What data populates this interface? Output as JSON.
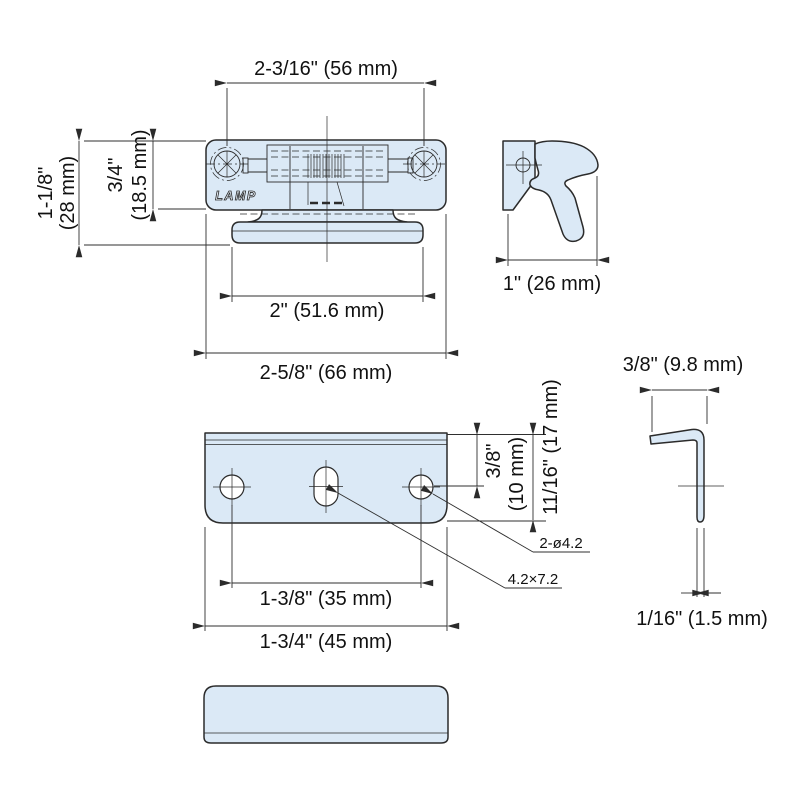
{
  "title_brand": "LAMP",
  "views": {
    "latch_front": {
      "dim_top_width": "2-3/16\" (56 mm)",
      "dim_height_total_in": "1-1/8\"",
      "dim_height_total_mm": "(28 mm)",
      "dim_height_plate_in": "3/4\"",
      "dim_height_plate_mm": "(18.5 mm)",
      "dim_catch_width": "2\" (51.6 mm)",
      "dim_total_width": "2-5/8\" (66 mm)"
    },
    "latch_side": {
      "dim_depth": "1\" (26 mm)"
    },
    "strike_front": {
      "dim_hole_offset_in": "3/8\"",
      "dim_hole_offset_mm": "(10 mm)",
      "dim_height": "11/16\" (17 mm)",
      "note_round_holes": "2-ø4.2",
      "note_slot": "4.2×7.2",
      "dim_hole_spacing": "1-3/8\" (35 mm)",
      "dim_width": "1-3/4\" (45 mm)"
    },
    "strike_side": {
      "dim_depth": "3/8\" (9.8 mm)",
      "dim_thickness": "1/16\" (1.5 mm)"
    }
  },
  "colors": {
    "part_fill": "#dbe9f6",
    "line": "#2b2b2b",
    "text": "#111111"
  }
}
